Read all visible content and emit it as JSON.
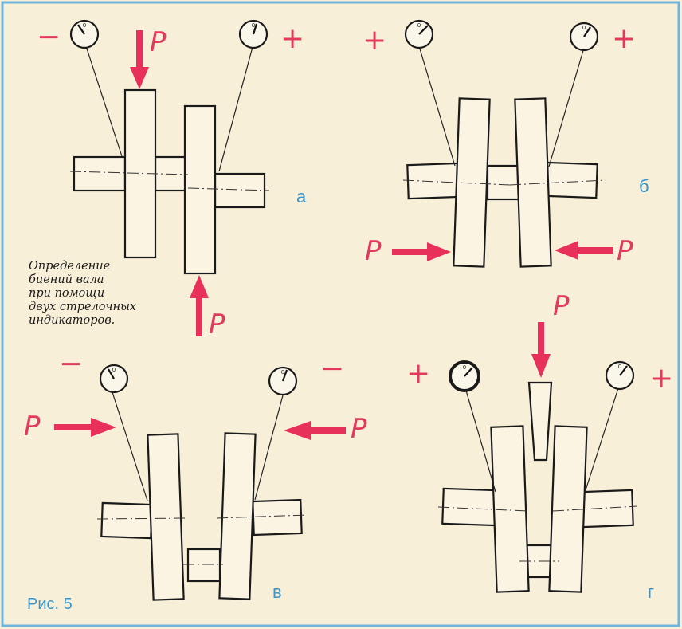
{
  "caption_lines": [
    "Определение",
    "биений вала",
    "при помощи",
    "двух стрелочных",
    "индикаторов."
  ],
  "figure_label": "Рис. 5",
  "load_symbol": "P",
  "plus_sign": "+",
  "minus_sign": "−",
  "dial_zero": "0",
  "panels": {
    "a": {
      "label": "а",
      "left_sign": "−",
      "right_sign": "+"
    },
    "b": {
      "label": "б",
      "left_sign": "+",
      "right_sign": "+"
    },
    "v": {
      "label": "в",
      "left_sign": "−",
      "right_sign": "−"
    },
    "g": {
      "label": "г",
      "left_sign": "+",
      "right_sign": "+"
    }
  },
  "colors": {
    "frame": "#6fb4dc",
    "accent": "#e8315a",
    "label": "#3a96cc",
    "paper": "#f8efd8"
  },
  "icons": {
    "indicator": "dial-indicator-icon",
    "force": "force-arrow-icon"
  }
}
